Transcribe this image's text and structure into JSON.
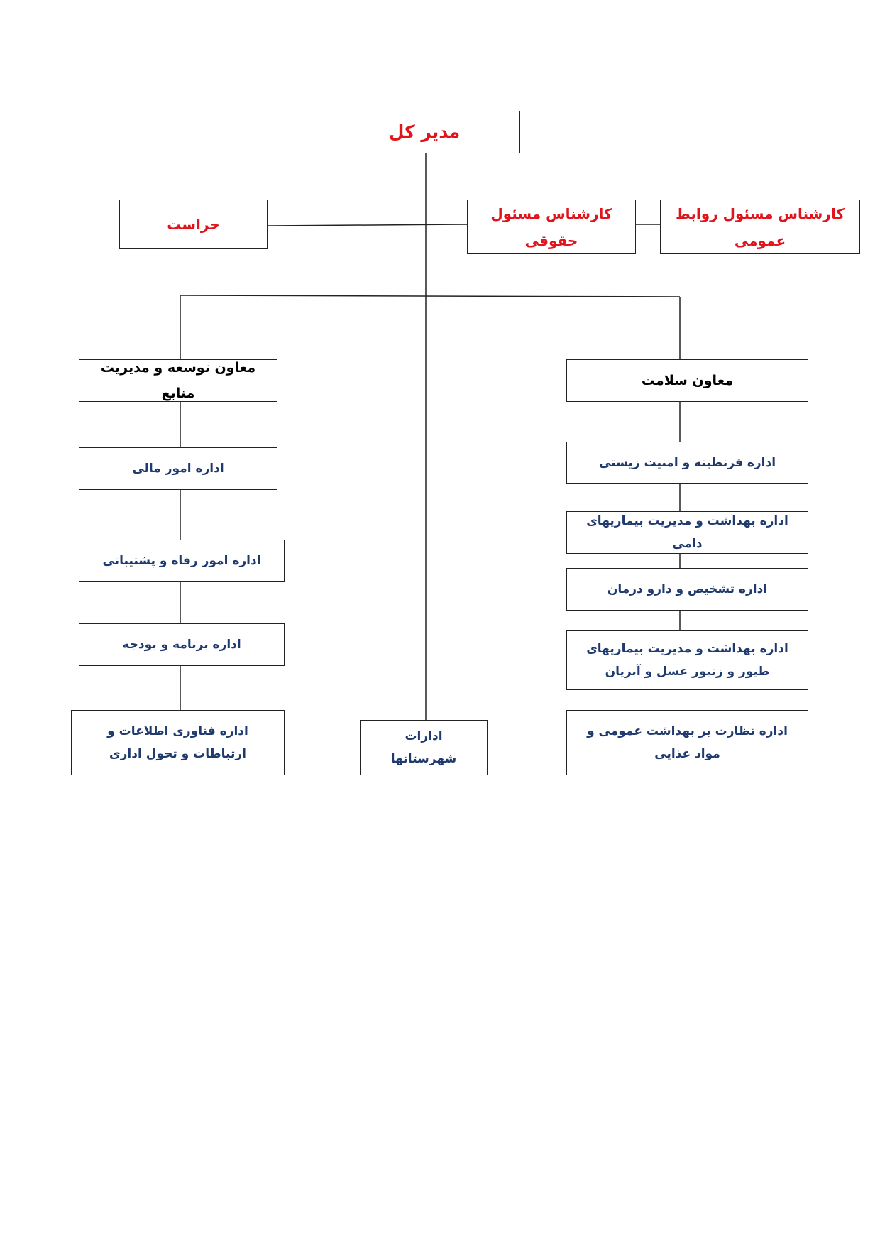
{
  "colors": {
    "executive": "#e1141c",
    "deputy": "#000000",
    "office": "#1f3a6e",
    "line": "#222222"
  },
  "director": {
    "label": "مدیر کل"
  },
  "staff": {
    "security": "حراست",
    "legal_expert": "کارشناس مسئول حقوقی",
    "public_relations_expert": "کارشناس مسئول روابط عمومی"
  },
  "deputies": {
    "development": "معاون توسعه و مدیریت منابع",
    "health": "معاون سلامت"
  },
  "development_offices": [
    "اداره امور مالی",
    "اداره امور رفاه و پشتیبانی",
    "اداره برنامه و بودجه",
    "اداره فناوری اطلاعات و ارتباطات و تحول اداری"
  ],
  "health_offices": [
    "اداره قرنطینه و امنیت زیستی",
    "اداره بهداشت و مدیریت بیماریهای دامی",
    "اداره تشخیص و دارو درمان",
    "اداره بهداشت و مدیریت بیماریهای طیور و زنبور عسل و آبزیان",
    "اداره نظارت بر بهداشت عمومی و مواد غذایی"
  ],
  "county_offices": "ادارات شهرستانها"
}
